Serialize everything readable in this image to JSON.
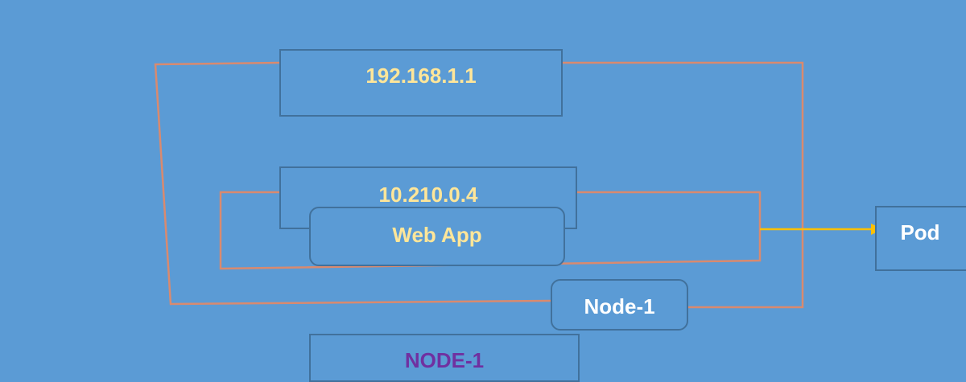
{
  "diagram": {
    "external_ip": "192.168.1.1",
    "internal_ip": "10.210.0.4",
    "web_app": "Web App",
    "node_badge": "Node-1",
    "pod": "Pod",
    "node_title": "NODE-1"
  },
  "colors": {
    "background": "#5b9bd5",
    "border": "#41719c",
    "connector": "#d98a6f",
    "arrow": "#ffc000",
    "label_yellow": "#ffe699",
    "label_white": "#ffffff",
    "label_purple": "#7030a0"
  }
}
